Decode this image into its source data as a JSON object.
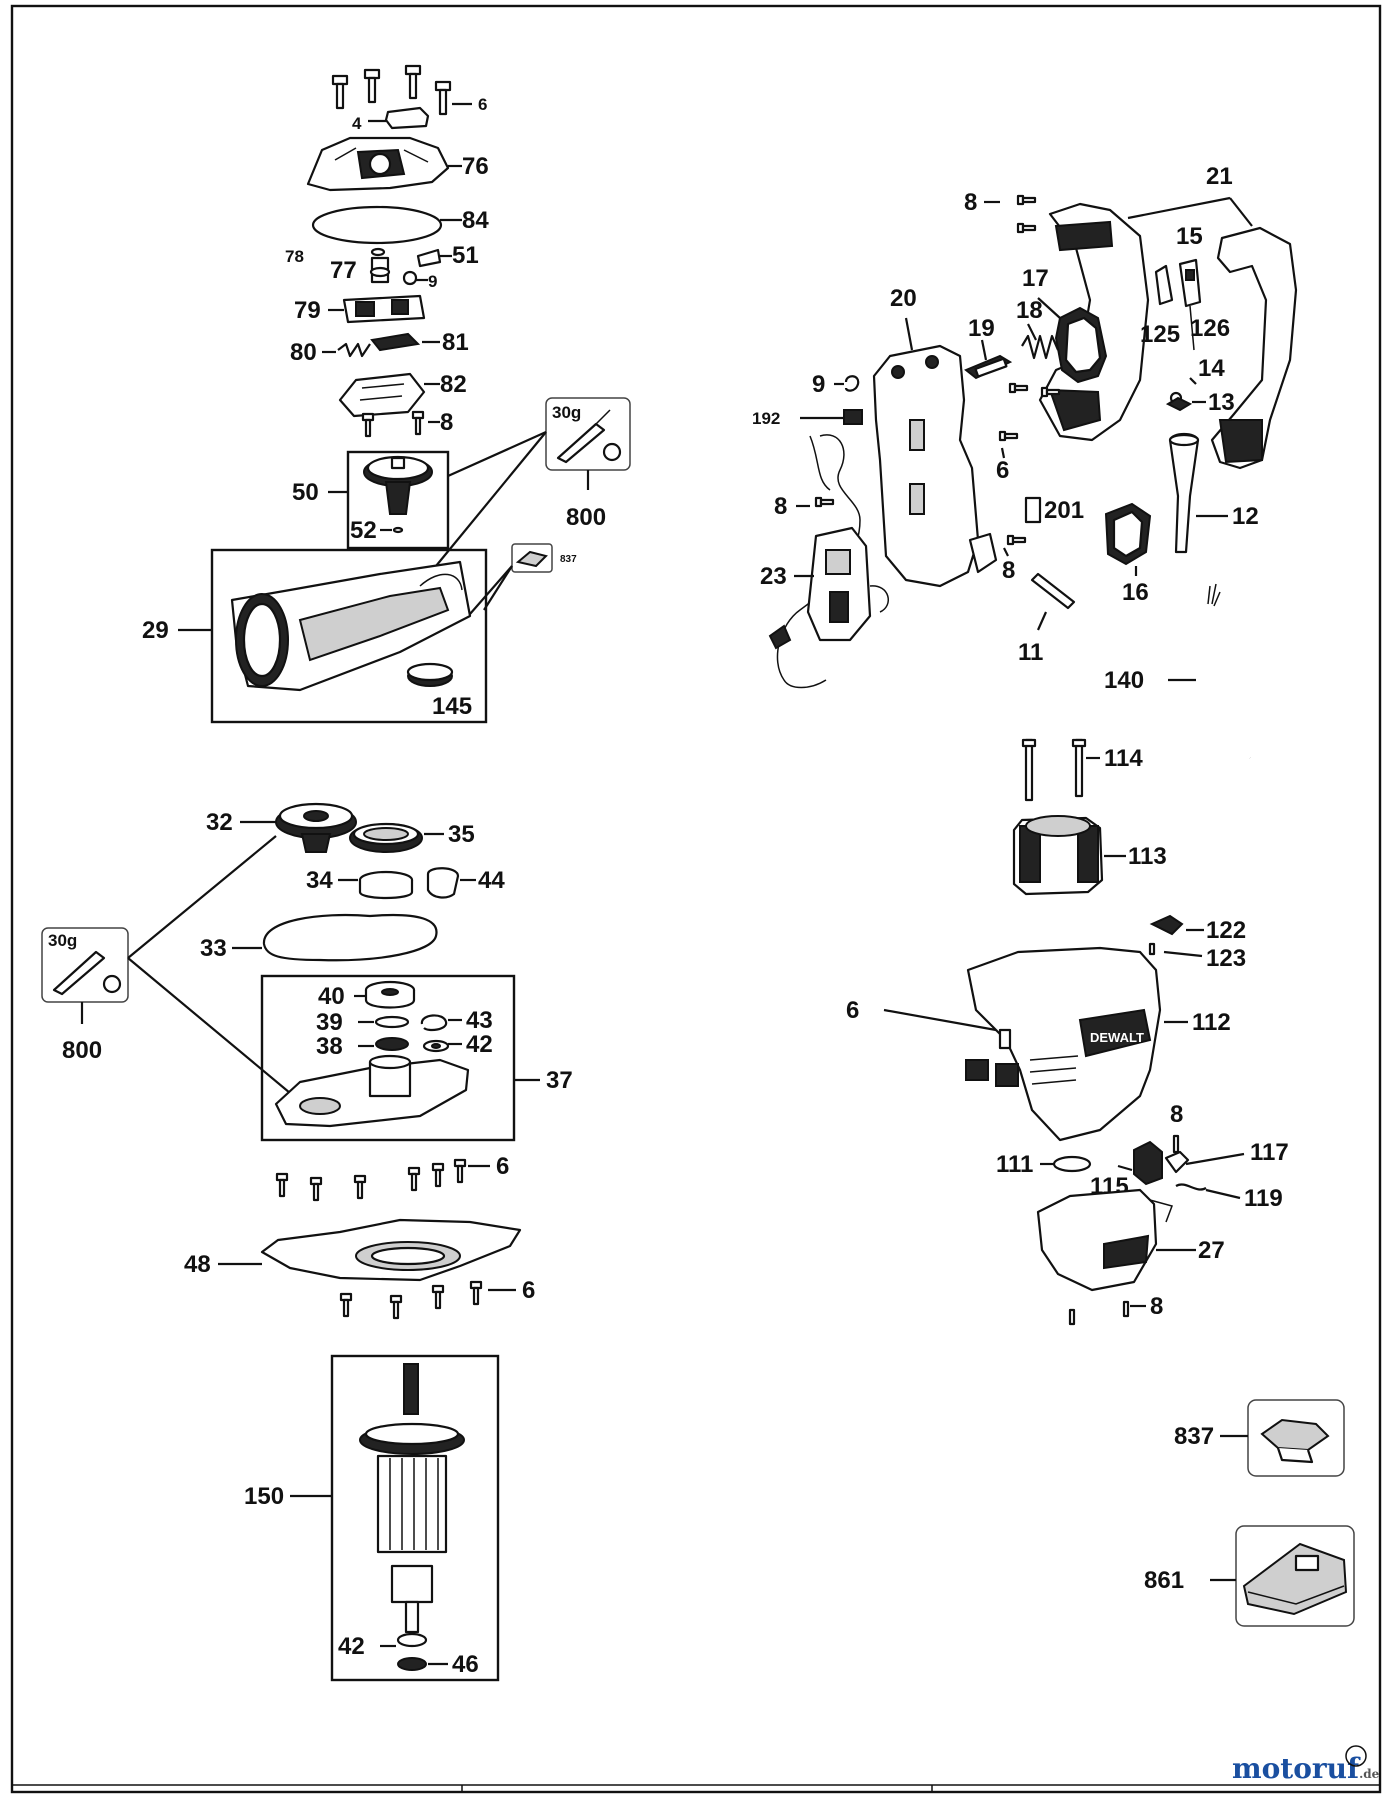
{
  "diagram": {
    "callouts": {
      "c6a": "6",
      "c4": "4",
      "c76": "76",
      "c84": "84",
      "c78": "78",
      "c51": "51",
      "c77": "77",
      "c9a": "9",
      "c79": "79",
      "c80": "80",
      "c81": "81",
      "c82": "82",
      "c8a": "8",
      "c50": "50",
      "c52": "52",
      "c800a": "800",
      "c30ga": "30g",
      "c837s": "837",
      "c29": "29",
      "c145": "145",
      "c32": "32",
      "c35": "35",
      "c34": "34",
      "c44": "44",
      "c33": "33",
      "c30gb": "30g",
      "c800b": "800",
      "c40": "40",
      "c39": "39",
      "c43": "43",
      "c38": "38",
      "c42a": "42",
      "c37": "37",
      "c6b": "6",
      "c48": "48",
      "c6c": "6",
      "c150": "150",
      "c42b": "42",
      "c46": "46",
      "c8b": "8",
      "c21": "21",
      "c15": "15",
      "c17": "17",
      "c20": "20",
      "c18": "18",
      "c19": "19",
      "c125": "125",
      "c126": "126",
      "c9b": "9",
      "c14": "14",
      "c13": "13",
      "c192": "192",
      "c6d": "6",
      "c8c": "8",
      "c201": "201",
      "c12": "12",
      "c23": "23",
      "c8d": "8",
      "c16": "16",
      "c11": "11",
      "c140": "140",
      "c114": "114",
      "c113": "113",
      "c122": "122",
      "c123": "123",
      "c6e": "6",
      "c112": "112",
      "c8e": "8",
      "c117": "117",
      "c111": "111",
      "c115": "115",
      "c119": "119",
      "c27": "27",
      "c8f": "8",
      "c837": "837",
      "c861": "861"
    },
    "brand_on_housing": "DEWALT",
    "watermark": {
      "text_main": "motoruf",
      "text_suffix": ".de",
      "colors": [
        "#1a4fa0",
        "#e0202a",
        "#f2b500",
        "#1a4fa0",
        "#2a9a3a",
        "#e0202a",
        "#1a4fa0"
      ]
    }
  }
}
